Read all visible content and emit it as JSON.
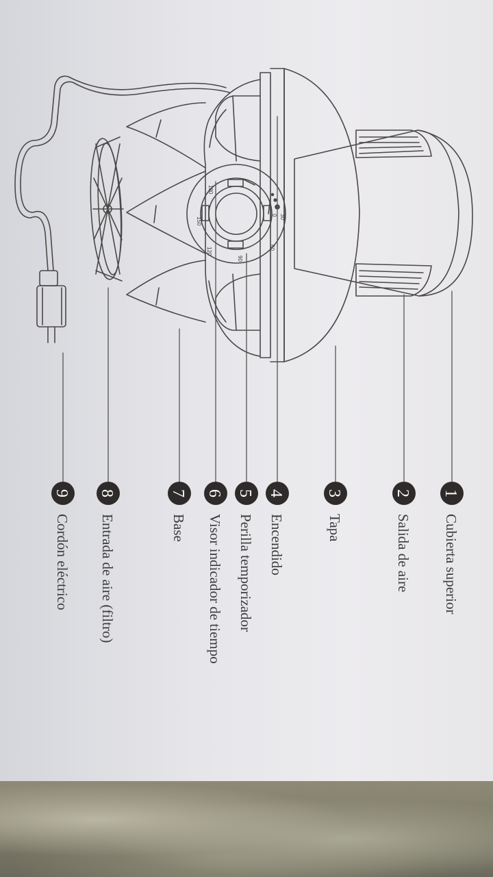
{
  "parts": [
    {
      "number": "1",
      "label": "Cubierta superior"
    },
    {
      "number": "2",
      "label": "Salida de aire"
    },
    {
      "number": "3",
      "label": "Tapa"
    },
    {
      "number": "4",
      "label": "Encendido"
    },
    {
      "number": "5",
      "label": "Perilla temporizador"
    },
    {
      "number": "6",
      "label": "Visor indicador de tiempo"
    },
    {
      "number": "7",
      "label": "Base"
    },
    {
      "number": "8",
      "label": "Entrada de aire (filtro)"
    },
    {
      "number": "9",
      "label": "Cordón eléctrico"
    }
  ],
  "dial": {
    "marks": [
      "30",
      "60",
      "90",
      "120",
      "150",
      "180"
    ],
    "off_mark": "0"
  },
  "colors": {
    "ink": "#3b3a3a",
    "badge": "#2f2b2b",
    "paper": "#e8e8eb"
  }
}
